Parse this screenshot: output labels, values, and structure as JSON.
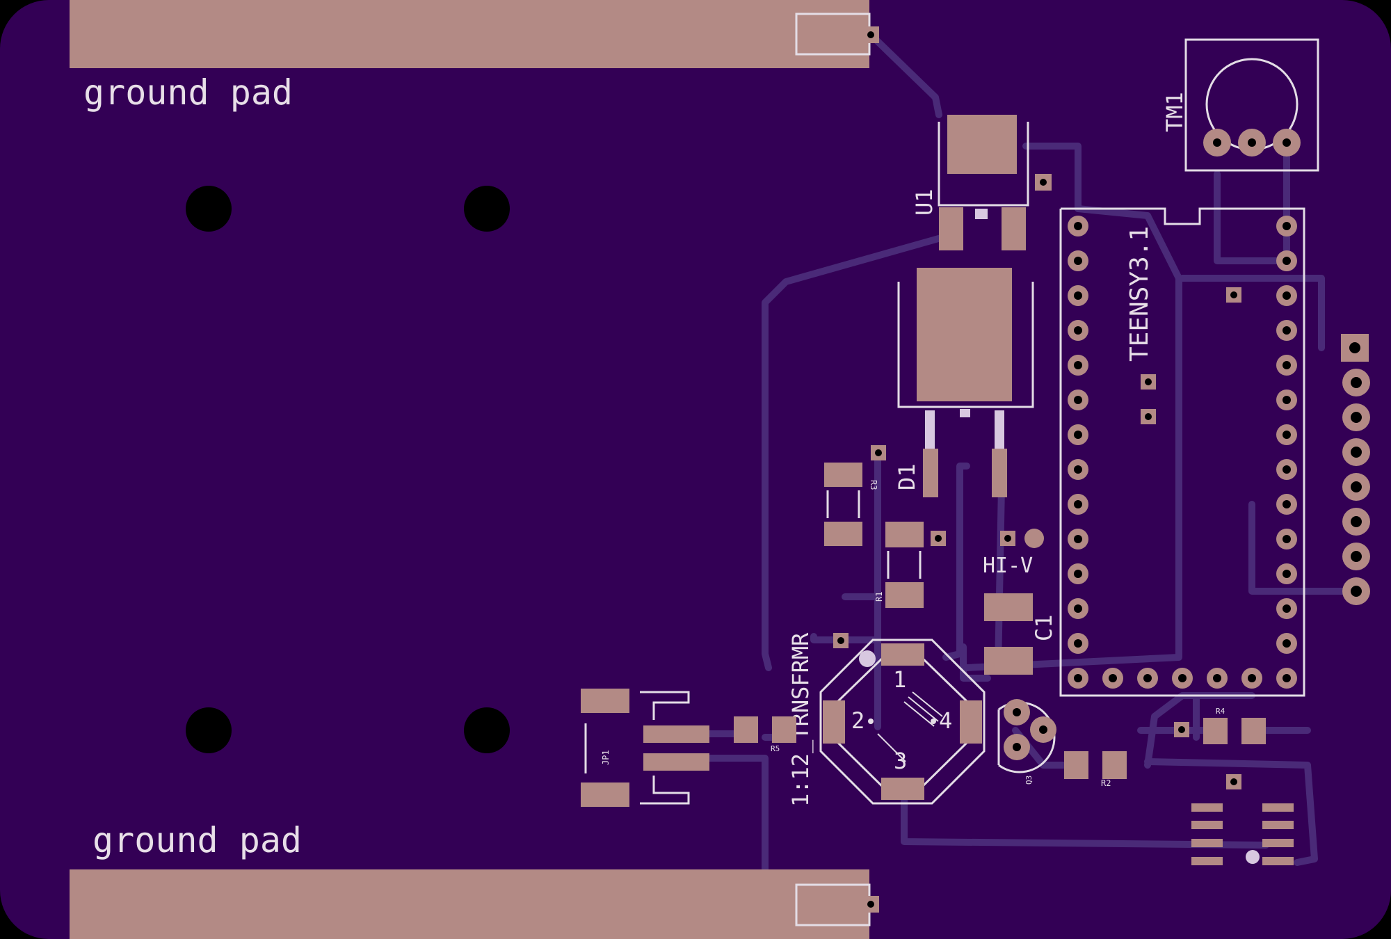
{
  "colors": {
    "board": "#330055",
    "copper": "#b38a85",
    "silk": "#e4dde6",
    "trace": "#4a2a78",
    "drill": "#000000"
  },
  "labels": {
    "ground_pad_top": "ground pad",
    "ground_pad_bottom": "ground pad",
    "u1": "U1",
    "tm1": "TM1",
    "teensy": "TEENSY3.1",
    "d1": "D1",
    "r3": "R3",
    "r1": "R1",
    "hi_v": "HI-V",
    "c1": "C1",
    "transformer": "1:12_TRNSFRMR",
    "jp1": "JP1",
    "r5": "R5",
    "q3": "Q3",
    "r2": "R2",
    "r4": "R4",
    "pin1": "1",
    "pin2": "2",
    "pin3": "3",
    "pin4": "4"
  }
}
